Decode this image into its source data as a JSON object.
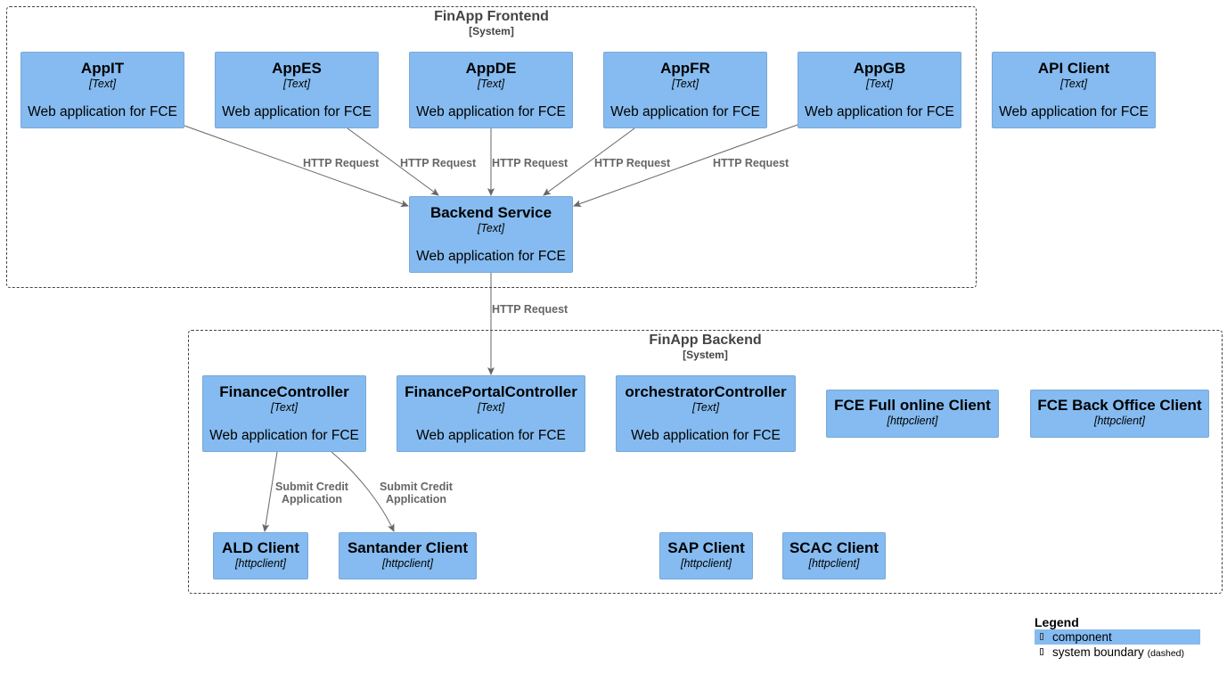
{
  "boundaries": {
    "frontend": {
      "title": "FinApp Frontend",
      "type": "[System]"
    },
    "backend": {
      "title": "FinApp Backend",
      "type": "[System]"
    }
  },
  "components": {
    "appit": {
      "name": "AppIT",
      "type": "[Text]",
      "desc": "Web application for FCE"
    },
    "appes": {
      "name": "AppES",
      "type": "[Text]",
      "desc": "Web application for FCE"
    },
    "appde": {
      "name": "AppDE",
      "type": "[Text]",
      "desc": "Web application for FCE"
    },
    "appfr": {
      "name": "AppFR",
      "type": "[Text]",
      "desc": "Web application for FCE"
    },
    "appgb": {
      "name": "AppGB",
      "type": "[Text]",
      "desc": "Web application for FCE"
    },
    "api_client": {
      "name": "API Client",
      "type": "[Text]",
      "desc": "Web application for FCE"
    },
    "backend_service": {
      "name": "Backend Service",
      "type": "[Text]",
      "desc": "Web application for FCE"
    },
    "finance_controller": {
      "name": "FinanceController",
      "type": "[Text]",
      "desc": "Web application for FCE"
    },
    "finance_portal_controller": {
      "name": "FinancePortalController",
      "type": "[Text]",
      "desc": "Web application for FCE"
    },
    "orchestrator_controller": {
      "name": "orchestratorController",
      "type": "[Text]",
      "desc": "Web application for FCE"
    },
    "fce_full_online_client": {
      "name": "FCE Full online Client",
      "type": "[httpclient]"
    },
    "fce_back_office_client": {
      "name": "FCE Back Office Client",
      "type": "[httpclient]"
    },
    "ald_client": {
      "name": "ALD Client",
      "type": "[httpclient]"
    },
    "santander_client": {
      "name": "Santander Client",
      "type": "[httpclient]"
    },
    "sap_client": {
      "name": "SAP Client",
      "type": "[httpclient]"
    },
    "scac_client": {
      "name": "SCAC Client",
      "type": "[httpclient]"
    }
  },
  "edges": {
    "appit_backend": "HTTP Request",
    "appes_backend": "HTTP Request",
    "appde_backend": "HTTP Request",
    "appfr_backend": "HTTP Request",
    "appgb_backend": "HTTP Request",
    "backend_portal": "HTTP Request",
    "finance_ald": {
      "line1": "Submit Credit",
      "line2": "Application"
    },
    "finance_santander": {
      "line1": "Submit Credit",
      "line2": "Application"
    }
  },
  "legend": {
    "title": "Legend",
    "component": "component",
    "system_boundary": "system boundary",
    "system_boundary_note": "(dashed)"
  },
  "colors": {
    "component_fill": "#85bbf0",
    "edge": "#666666",
    "boundary": "#444444"
  }
}
